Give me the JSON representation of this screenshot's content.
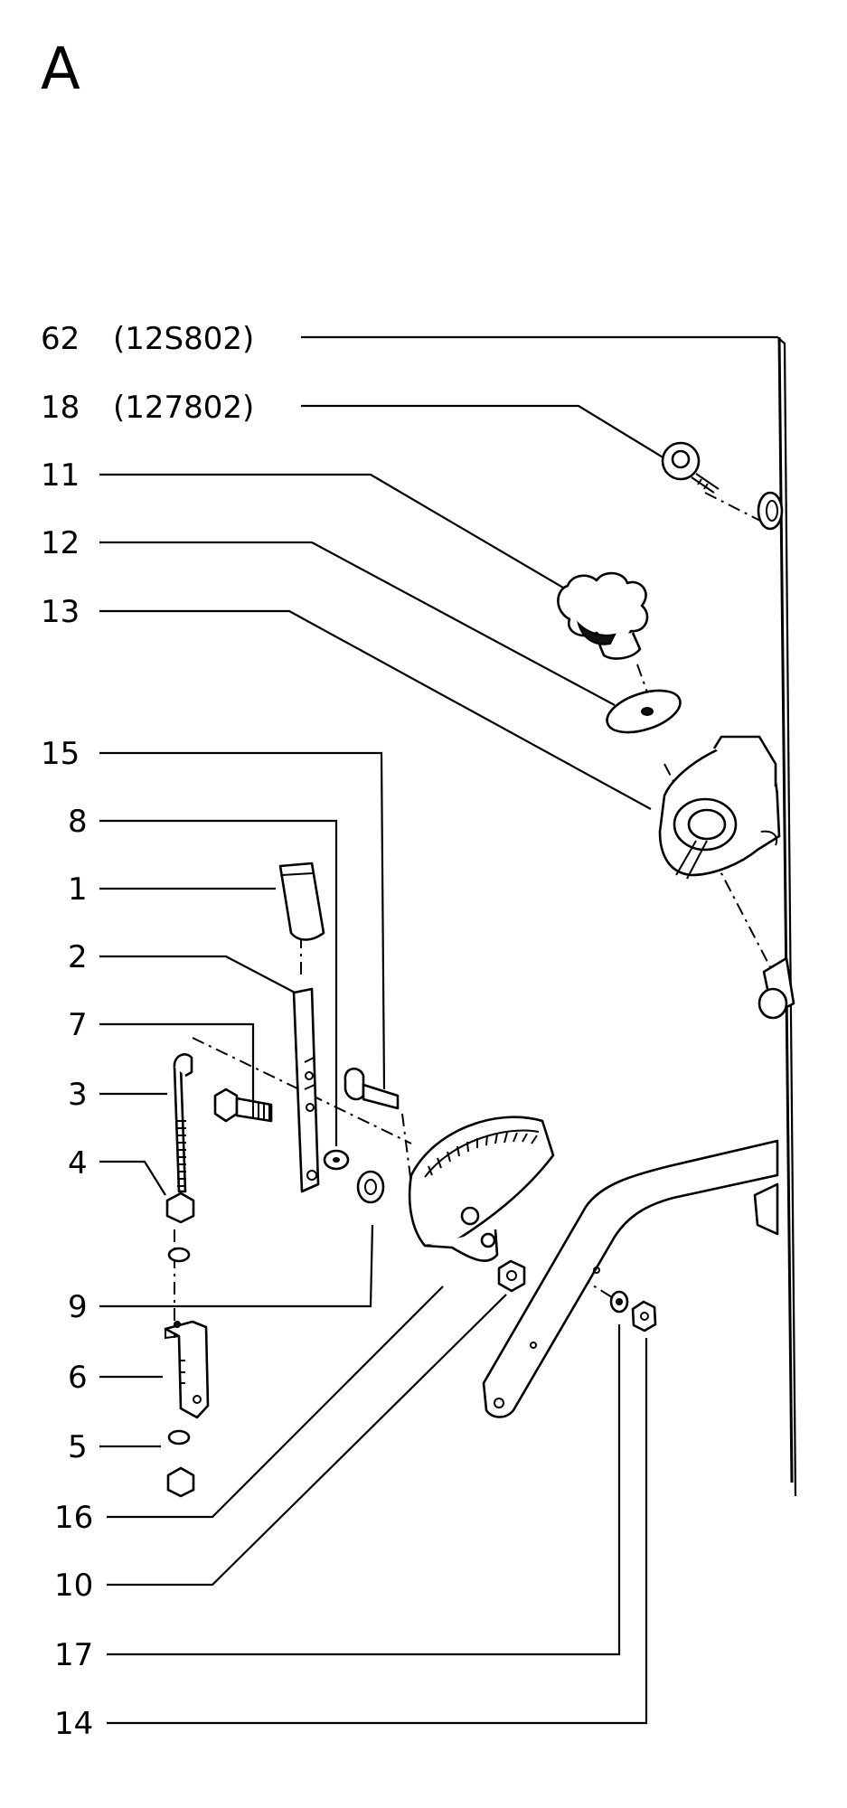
{
  "page": {
    "section_letter": "A"
  },
  "callouts": [
    {
      "id": "62",
      "text": "62",
      "ref": "(12S802)"
    },
    {
      "id": "18",
      "text": "18",
      "ref": "(127802)"
    },
    {
      "id": "11",
      "text": "11"
    },
    {
      "id": "12",
      "text": "12"
    },
    {
      "id": "13",
      "text": "13"
    },
    {
      "id": "15",
      "text": "15"
    },
    {
      "id": "8",
      "text": "8"
    },
    {
      "id": "1",
      "text": "1"
    },
    {
      "id": "2",
      "text": "2"
    },
    {
      "id": "7",
      "text": "7"
    },
    {
      "id": "3",
      "text": "3"
    },
    {
      "id": "4",
      "text": "4"
    },
    {
      "id": "9",
      "text": "9"
    },
    {
      "id": "6",
      "text": "6"
    },
    {
      "id": "5",
      "text": "5"
    },
    {
      "id": "16",
      "text": "16"
    },
    {
      "id": "10",
      "text": "10"
    },
    {
      "id": "17",
      "text": "17"
    },
    {
      "id": "14",
      "text": "14"
    }
  ]
}
